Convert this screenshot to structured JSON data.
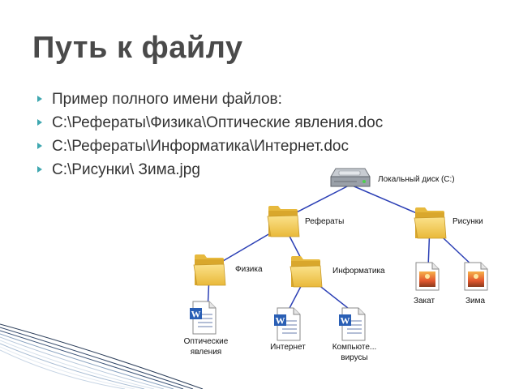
{
  "slide": {
    "title": "Путь к файлу",
    "bullets": [
      "Пример полного имени файлов:",
      "C:\\Рефераты\\Физика\\Оптические явления.doc",
      "C:\\Рефераты\\Информатика\\Интернет.doc",
      "C:\\Рисунки\\ Зима.jpg"
    ]
  },
  "tree": {
    "drive": "Локальный диск (C:)",
    "referaty": "Рефераты",
    "risunki": "Рисунки",
    "fizika": "Физика",
    "informatika": "Информатика",
    "zakat": "Закат",
    "zima": "Зима",
    "opticheskie_line1": "Оптические",
    "opticheskie_line2": "явления",
    "internet": "Интернет",
    "kompyute_line1": "Компьюте...",
    "kompyute_line2": "вирусы"
  },
  "colors": {
    "connector": "#2b3fb5",
    "bullet": "#3fa7b0",
    "folder": "#f3cf52",
    "title": "#4a4a4a"
  }
}
